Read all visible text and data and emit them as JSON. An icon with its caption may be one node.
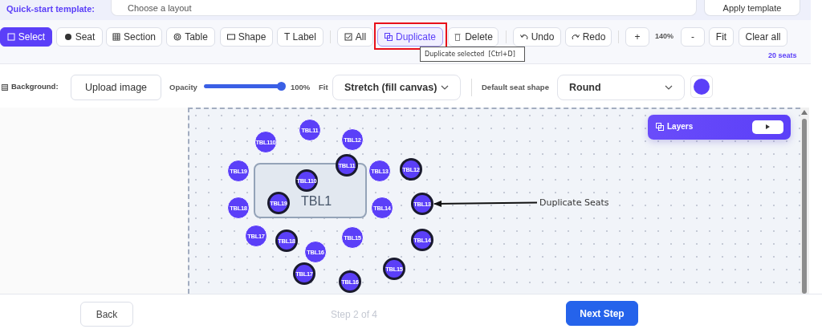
{
  "diagram": {
    "nodes": [
      {
        "text": [
          "TBL1"
        ]
      },
      {
        "text": [
          "TBL11"
        ]
      },
      {
        "text": [
          "TBL110"
        ]
      },
      {
        "text": [
          "TBL12"
        ]
      },
      {
        "text": [
          "TBL19"
        ]
      },
      {
        "text": [
          "TBL13"
        ]
      },
      {
        "text": [
          "TBL18"
        ]
      },
      {
        "text": [
          "TBL14"
        ]
      },
      {
        "text": [
          "TBL17"
        ]
      },
      {
        "text": [
          "TBL15"
        ]
      },
      {
        "text": [
          "TBL16"
        ]
      },
      {
        "text": [
          "TBL11"
        ]
      },
      {
        "text": [
          "TBL110"
        ],
        "in": 0
      },
      {
        "text": [
          "TBL12"
        ]
      },
      {
        "text": [
          "TBL19"
        ],
        "in": 0
      },
      {
        "text": [
          "TBL13"
        ]
      },
      {
        "text": [
          "TBL18"
        ]
      },
      {
        "text": [
          "TBL14"
        ]
      },
      {
        "text": [
          "TBL17"
        ]
      },
      {
        "text": [
          "TBL15"
        ]
      },
      {
        "text": [
          "TBL16"
        ]
      },
      {
        "text": [
          "Duplicate Seats"
        ]
      }
    ],
    "edges": [
      {
        "from": 21,
        "to": 15,
        "arrow": "to"
      }
    ],
    "labels": [
      "Quick-start template:",
      "Choose a layout",
      "Apply template",
      "Select",
      "Seat",
      "Section",
      "Table",
      "Shape",
      "T Label",
      "All",
      "Duplicate",
      "Delete",
      "Undo",
      "Redo",
      "+",
      "140%",
      "-",
      "Fit",
      "Clear all",
      "Duplicate selected  [Ctrl+D]",
      "20 seats",
      "Background:",
      "Upload image",
      "Opacity",
      "100%",
      "Fit",
      "Stretch (fill canvas)",
      "Default seat shape",
      "Round",
      "Layers",
      "Back",
      "Step 2 of 4",
      "Next Step"
    ]
  }
}
